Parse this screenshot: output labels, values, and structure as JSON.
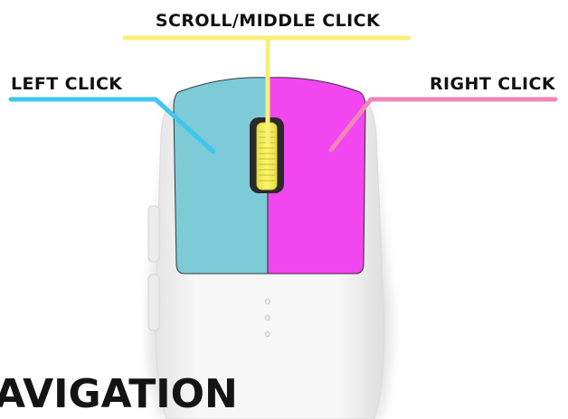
{
  "labels": {
    "scroll": "SCROLL/MIDDLE CLICK",
    "left": "LEFT CLICK",
    "right": "RIGHT CLICK"
  },
  "heading": "AVIGATION",
  "colors": {
    "left_button": "#7ccbd6",
    "right_button": "#f246f0",
    "scroll_wheel": "#f5ef5a",
    "left_line": "#3ec6ee",
    "right_line": "#ee86b8",
    "scroll_line": "#f8f07a",
    "mouse_body": "#f3f3f3",
    "text": "#111111"
  }
}
